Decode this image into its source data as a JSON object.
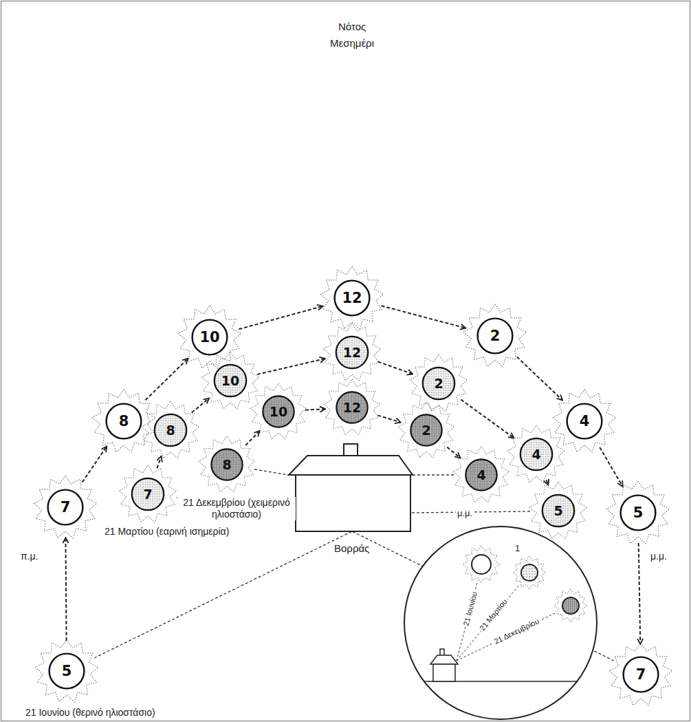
{
  "diagram": {
    "nodes": [
      {
        "text": [
          "5"
        ]
      },
      {
        "text": [
          "7"
        ]
      },
      {
        "text": [
          "8"
        ]
      },
      {
        "text": [
          "10"
        ]
      },
      {
        "text": [
          "12"
        ]
      },
      {
        "text": [
          "2"
        ]
      },
      {
        "text": [
          "4"
        ]
      },
      {
        "text": [
          "5"
        ]
      },
      {
        "text": [
          "7"
        ]
      },
      {
        "text": [
          "7"
        ]
      },
      {
        "text": [
          "8"
        ]
      },
      {
        "text": [
          "10"
        ]
      },
      {
        "text": [
          "12"
        ]
      },
      {
        "text": [
          "2"
        ]
      },
      {
        "text": [
          "4"
        ]
      },
      {
        "text": [
          "5"
        ]
      },
      {
        "text": [
          "8"
        ]
      },
      {
        "text": [
          "10"
        ]
      },
      {
        "text": [
          "12"
        ]
      },
      {
        "text": [
          "2"
        ]
      },
      {
        "text": [
          "4"
        ]
      }
    ],
    "edges": [
      {
        "from": 0,
        "to": 1,
        "arrow": "to"
      },
      {
        "from": 1,
        "to": 2,
        "arrow": "to"
      },
      {
        "from": 2,
        "to": 3,
        "arrow": "to"
      },
      {
        "from": 3,
        "to": 4,
        "arrow": "to"
      },
      {
        "from": 4,
        "to": 5,
        "arrow": "to"
      },
      {
        "from": 5,
        "to": 6,
        "arrow": "to"
      },
      {
        "from": 6,
        "to": 7,
        "arrow": "to"
      },
      {
        "from": 7,
        "to": 8,
        "arrow": "to"
      },
      {
        "from": 9,
        "to": 10,
        "arrow": "to"
      },
      {
        "from": 10,
        "to": 11,
        "arrow": "to"
      },
      {
        "from": 11,
        "to": 12,
        "arrow": "to"
      },
      {
        "from": 12,
        "to": 13,
        "arrow": "to"
      },
      {
        "from": 13,
        "to": 14,
        "arrow": "to"
      },
      {
        "from": 14,
        "to": 15,
        "arrow": "to"
      },
      {
        "from": 16,
        "to": 17,
        "arrow": "to"
      },
      {
        "from": 17,
        "to": 18,
        "arrow": "to"
      },
      {
        "from": 18,
        "to": 19,
        "arrow": "to"
      },
      {
        "from": 19,
        "to": 20,
        "arrow": "to"
      }
    ],
    "labels": [
      "Νότος",
      "Μεσημέρι",
      "μ.μ.",
      "21 Δεκεμβρίου (χειμερινό ηλιοστάσιο)",
      "21 Μαρτίου (εαρινή ισημερία)",
      "π.μ.",
      "Βορράς",
      "μ.μ.",
      "1",
      "21 Ιουνίου (θερινό ηλιοστάσιο)",
      "21 Ιουνίου",
      "21 Μαρτίου",
      "21 Δεκεμβρίου"
    ]
  }
}
